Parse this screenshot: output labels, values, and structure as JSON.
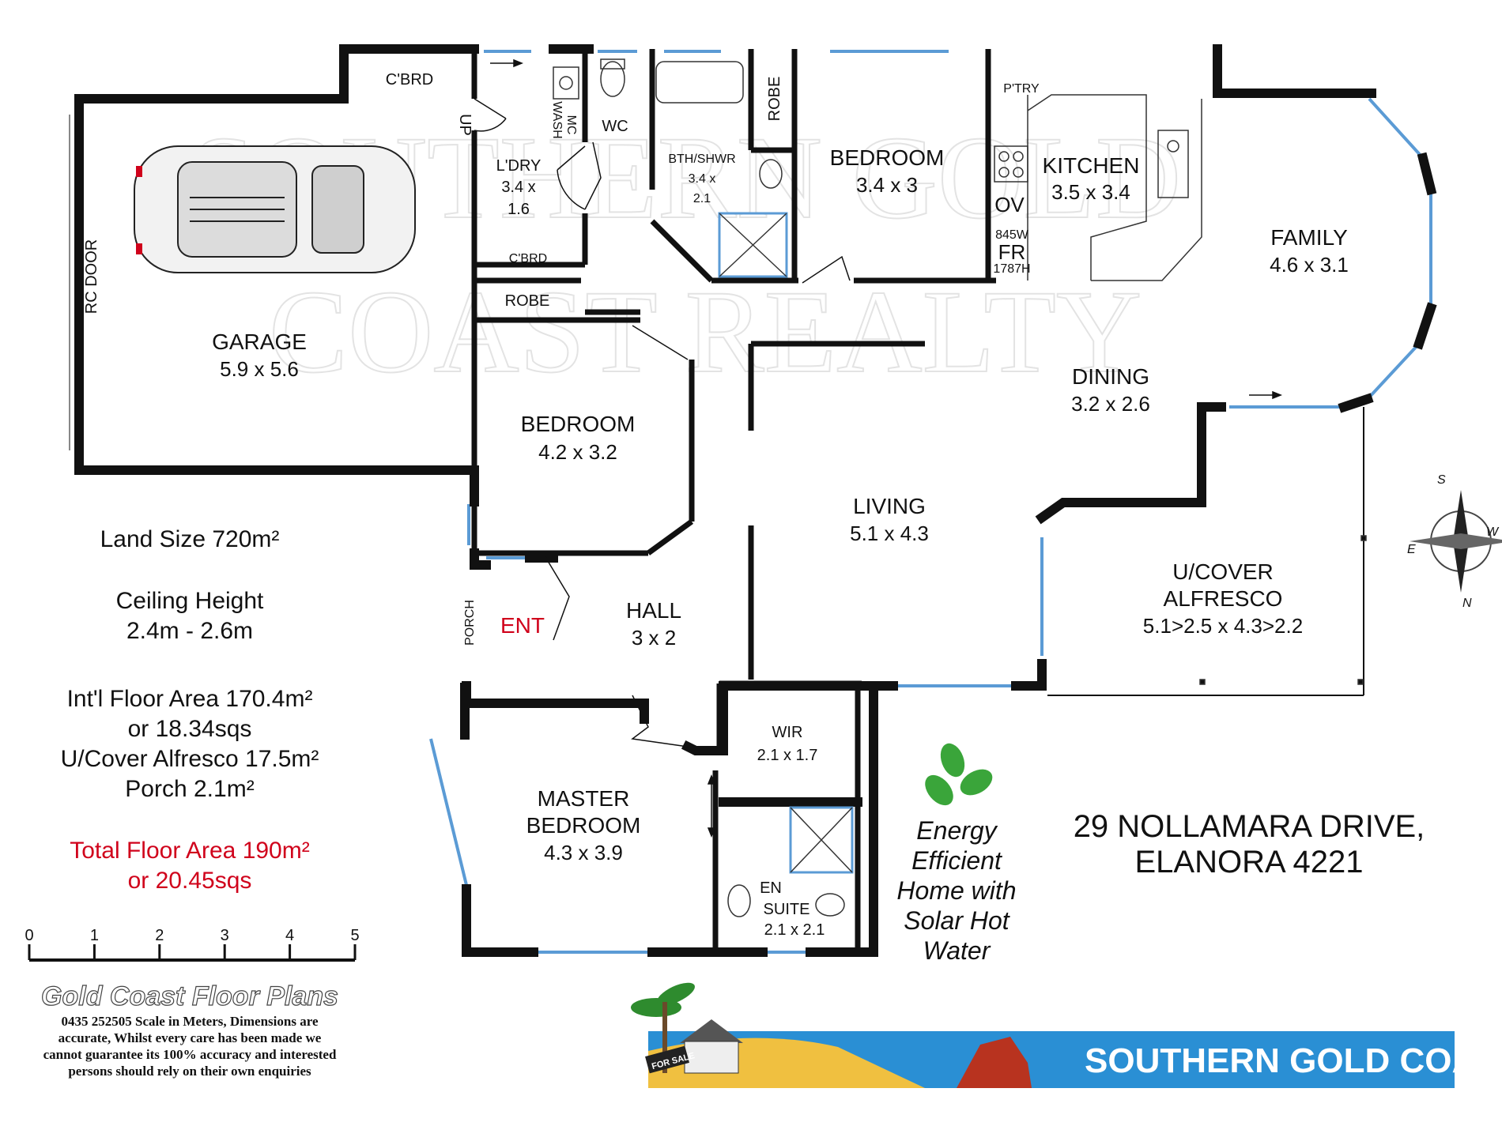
{
  "watermark": {
    "line1": "SOUTHERN GOLD",
    "line2": "COAST REALTY"
  },
  "rooms": {
    "garage": {
      "name": "GARAGE",
      "dims": "5.9 x 5.6"
    },
    "rc_door": "RC DOOR",
    "cbrd_top": "C'BRD",
    "cbrd_laundry": "C'BRD",
    "up": "UP",
    "laundry": {
      "name": "L'DRY",
      "dim1": "3.4 x",
      "dim2": "1.6"
    },
    "wash": "WASH",
    "mc": "MC",
    "wc": "WC",
    "bath": {
      "name": "BTH/SHWR",
      "dim1": "3.4 x",
      "dim2": "2.1"
    },
    "robe_top": "ROBE",
    "bedroom_top": {
      "name": "BEDROOM",
      "dims": "3.4 x 3"
    },
    "pantry": "P'TRY",
    "kitchen": {
      "name": "KITCHEN",
      "dims": "3.5 x 3.4"
    },
    "oven": "OV",
    "fridge": {
      "w": "845W",
      "label": "FR",
      "h": "1787H"
    },
    "family": {
      "name": "FAMILY",
      "dims": "4.6 x 3.1"
    },
    "robe_mid": "ROBE",
    "dining": {
      "name": "DINING",
      "dims": "3.2 x 2.6"
    },
    "bedroom_mid": {
      "name": "BEDROOM",
      "dims": "4.2 x 3.2"
    },
    "living": {
      "name": "LIVING",
      "dims": "5.1 x 4.3"
    },
    "alfresco": {
      "name1": "U/COVER",
      "name2": "ALFRESCO",
      "dims": "5.1>2.5 x 4.3>2.2"
    },
    "porch": "PORCH",
    "entry": "ENT",
    "hall": {
      "name": "HALL",
      "dims": "3 x 2"
    },
    "wir": {
      "name": "WIR",
      "dims": "2.1 x 1.7"
    },
    "master": {
      "name1": "MASTER",
      "name2": "BEDROOM",
      "dims": "4.3 x 3.9"
    },
    "ensuite": {
      "name1": "EN",
      "name2": "SUITE",
      "dims": "2.1 x 2.1"
    }
  },
  "compass": {
    "s": "S",
    "w": "W",
    "e": "E",
    "n": "N"
  },
  "info": {
    "land": "Land Size 720m²",
    "ceiling1": "Ceiling Height",
    "ceiling2": "2.4m - 2.6m",
    "floor1": "Int'l Floor Area 170.4m²",
    "floor2": "or 18.34sqs",
    "alfresco": "U/Cover Alfresco 17.5m²",
    "porch": "Porch 2.1m²",
    "total1": "Total Floor Area 190m²",
    "total2": "or 20.45sqs",
    "total_color": "#d0021b"
  },
  "scale": {
    "ticks": [
      "0",
      "1",
      "2",
      "3",
      "4",
      "5"
    ]
  },
  "company": {
    "name": "Gold Coast Floor Plans",
    "line1": "0435 252505 Scale in Meters, Dimensions are",
    "line2": "accurate, Whilst every care has been made we",
    "line3": "cannot guarantee its 100% accuracy and interested",
    "line4": "persons should rely on their own enquiries"
  },
  "energy": {
    "l1": "Energy",
    "l2": "Efficient",
    "l3": "Home with",
    "l4": "Solar Hot",
    "l5": "Water",
    "icon": "footprints-recycle-icon",
    "color": "#3aa53a"
  },
  "address": {
    "line1": "29 NOLLAMARA DRIVE,",
    "line2": "ELANORA 4221"
  },
  "banner": {
    "text": "SOUTHERN GOLD COAST REALTY",
    "sign": "FOR SALE",
    "color": "#2a8fd4"
  }
}
